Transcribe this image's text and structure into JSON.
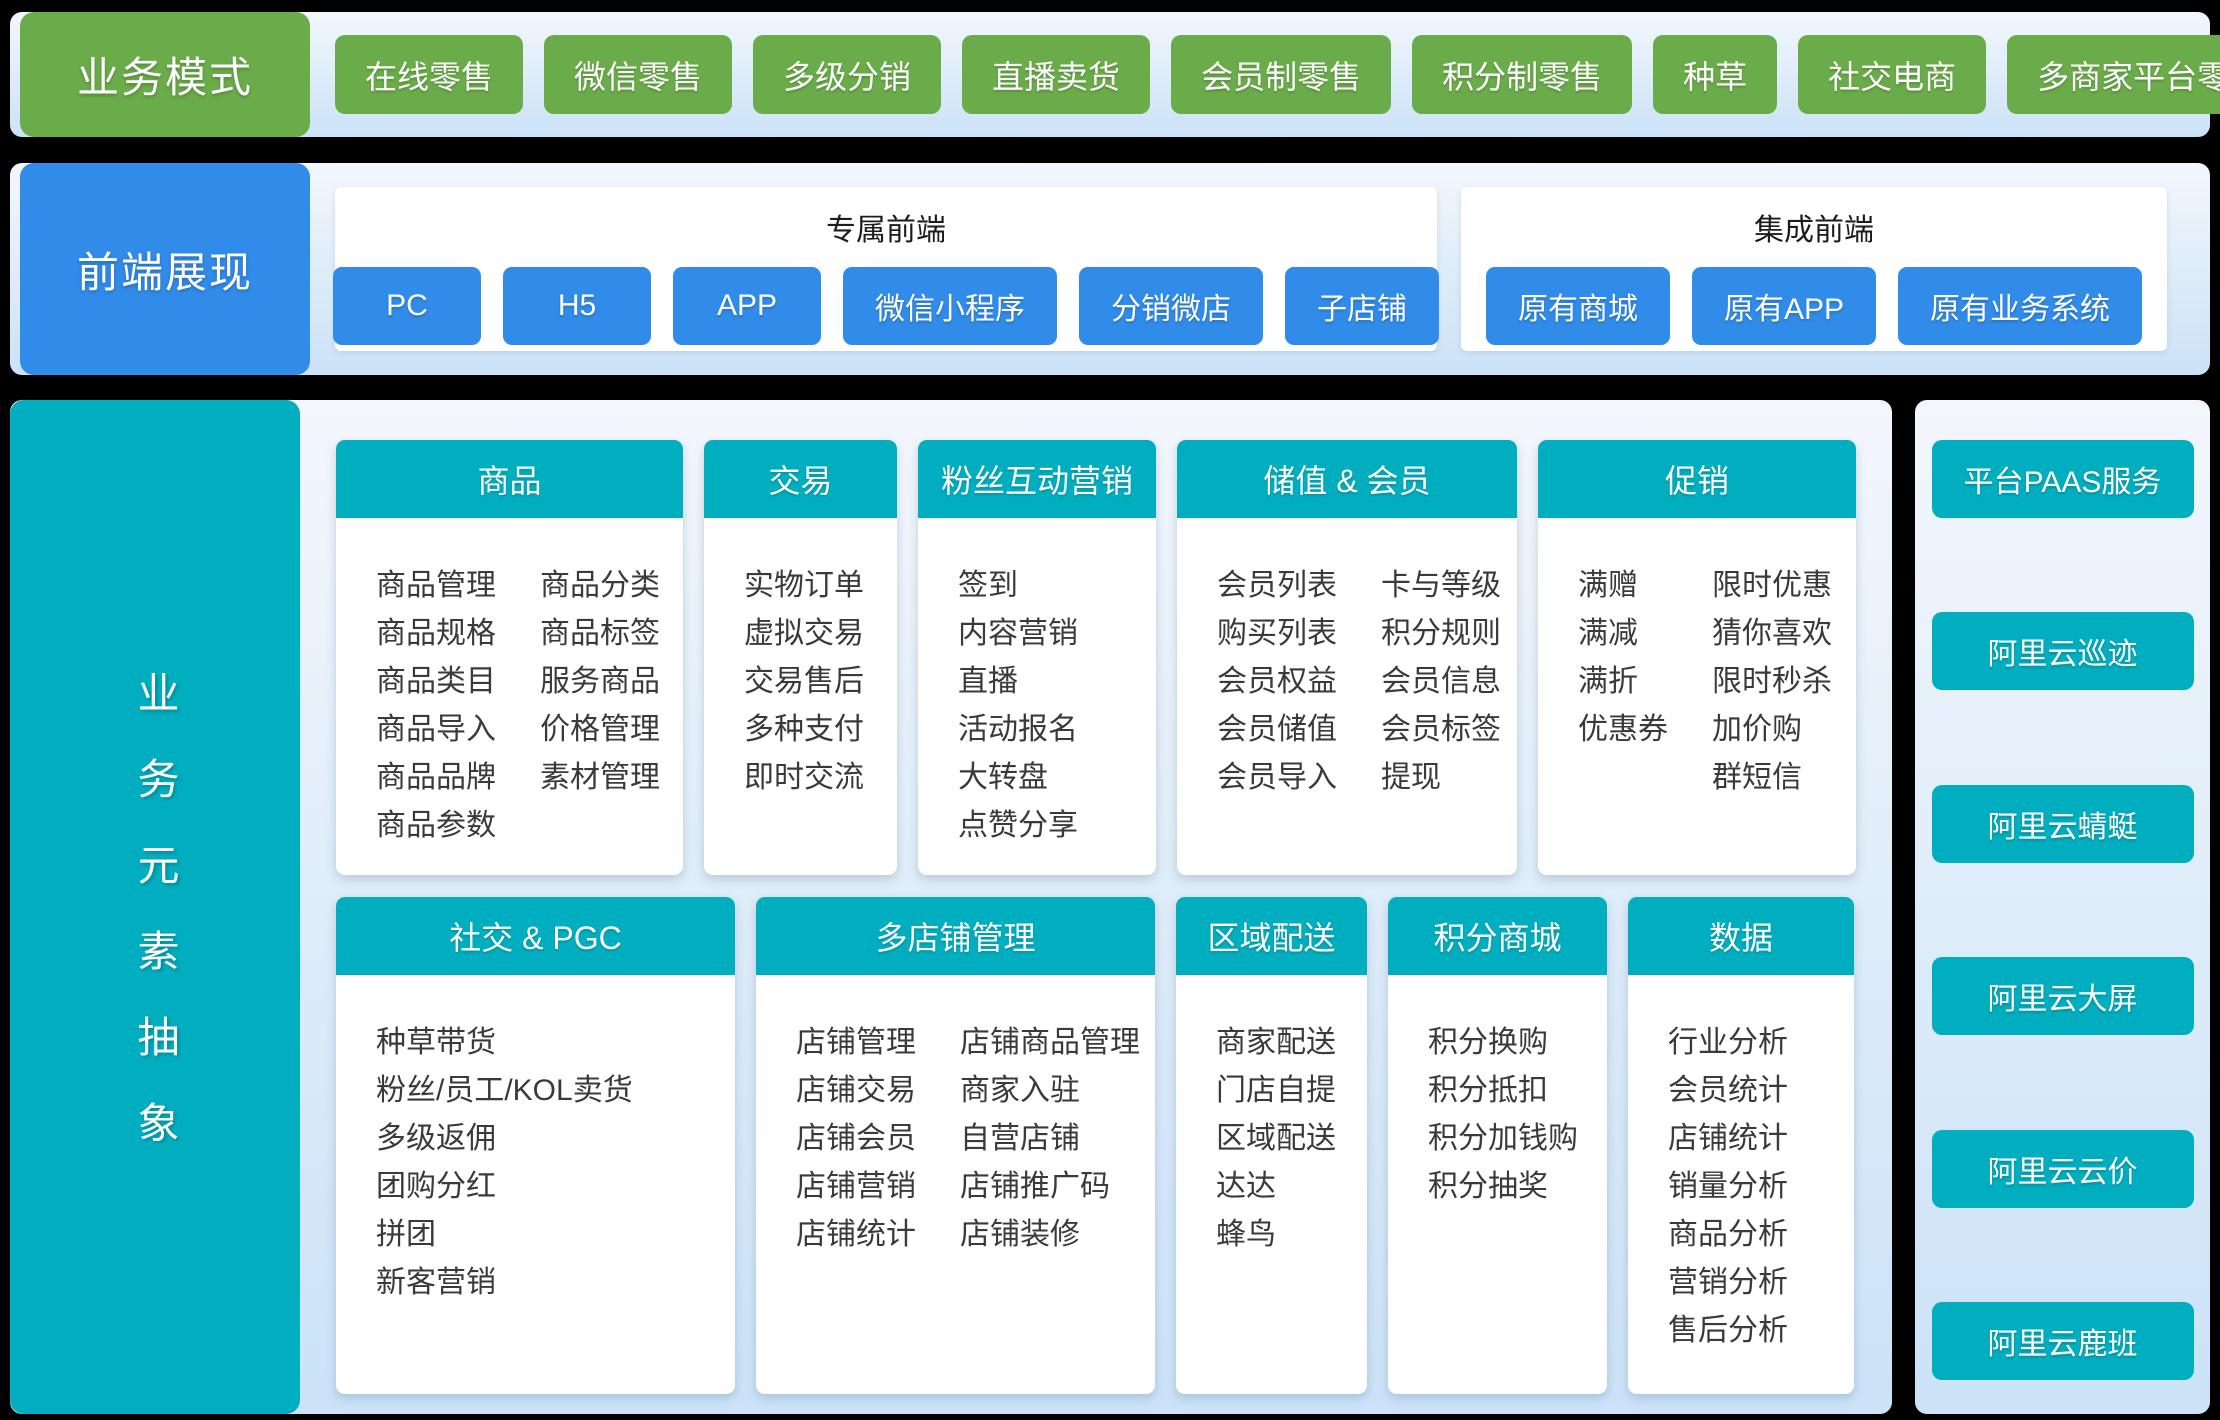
{
  "palette": {
    "green": "#6BAC4A",
    "blue": "#318BE9",
    "teal": "#00AEBF",
    "bg": "#000000",
    "panel_top": "#F3F7FC",
    "panel_bottom": "#CBE2F7",
    "item_text": "#3A3A3A"
  },
  "business_models": {
    "label": "业务模式",
    "items": [
      "在线零售",
      "微信零售",
      "多级分销",
      "直播卖货",
      "会员制零售",
      "积分制零售",
      "种草",
      "社交电商",
      "多商家平台零售"
    ]
  },
  "frontend": {
    "label": "前端展现",
    "groups": [
      {
        "title": "专属前端",
        "items": [
          "PC",
          "H5",
          "APP",
          "微信小程序",
          "分销微店",
          "子店铺"
        ]
      },
      {
        "title": "集成前端",
        "items": [
          "原有商城",
          "原有APP",
          "原有业务系统"
        ]
      }
    ]
  },
  "business_elements": {
    "label": "业务元素抽象",
    "rows": [
      {
        "cards": [
          {
            "title": "商品",
            "columns": [
              [
                "商品管理",
                "商品规格",
                "商品类目",
                "商品导入",
                "商品品牌",
                "商品参数"
              ],
              [
                "商品分类",
                "商品标签",
                "服务商品",
                "价格管理",
                "素材管理"
              ]
            ]
          },
          {
            "title": "交易",
            "columns": [
              [
                "实物订单",
                "虚拟交易",
                "交易售后",
                "多种支付",
                "即时交流"
              ]
            ]
          },
          {
            "title": "粉丝互动营销",
            "columns": [
              [
                "签到",
                "内容营销",
                "直播",
                "活动报名",
                "大转盘",
                "点赞分享"
              ]
            ]
          },
          {
            "title": "储值 & 会员",
            "columns": [
              [
                "会员列表",
                "购买列表",
                "会员权益",
                "会员储值",
                "会员导入"
              ],
              [
                "卡与等级",
                "积分规则",
                "会员信息",
                "会员标签",
                "提现"
              ]
            ]
          },
          {
            "title": "促销",
            "columns": [
              [
                "满赠",
                "满减",
                "满折",
                "优惠券"
              ],
              [
                "限时优惠",
                "猜你喜欢",
                "限时秒杀",
                "加价购",
                "群短信"
              ]
            ]
          }
        ]
      },
      {
        "cards": [
          {
            "title": "社交 & PGC",
            "columns": [
              [
                "种草带货",
                "粉丝/员工/KOL卖货",
                "多级返佣",
                "团购分红",
                "拼团",
                "新客营销"
              ]
            ]
          },
          {
            "title": "多店铺管理",
            "columns": [
              [
                "店铺管理",
                "店铺交易",
                "店铺会员",
                "店铺营销",
                "店铺统计"
              ],
              [
                "店铺商品管理",
                "商家入驻",
                "自营店铺",
                "店铺推广码",
                "店铺装修"
              ]
            ]
          },
          {
            "title": "区域配送",
            "columns": [
              [
                "商家配送",
                "门店自提",
                "区域配送",
                "达达",
                "蜂鸟"
              ]
            ]
          },
          {
            "title": "积分商城",
            "columns": [
              [
                "积分换购",
                "积分抵扣",
                "积分加钱购",
                "积分抽奖"
              ]
            ]
          },
          {
            "title": "数据",
            "columns": [
              [
                "行业分析",
                "会员统计",
                "店铺统计",
                "销量分析",
                "商品分析",
                "营销分析",
                "售后分析"
              ]
            ]
          }
        ]
      }
    ]
  },
  "paas": {
    "buttons": [
      "平台PAAS服务",
      "阿里云巡迹",
      "阿里云蜻蜓",
      "阿里云大屏",
      "阿里云云价",
      "阿里云鹿班"
    ]
  }
}
